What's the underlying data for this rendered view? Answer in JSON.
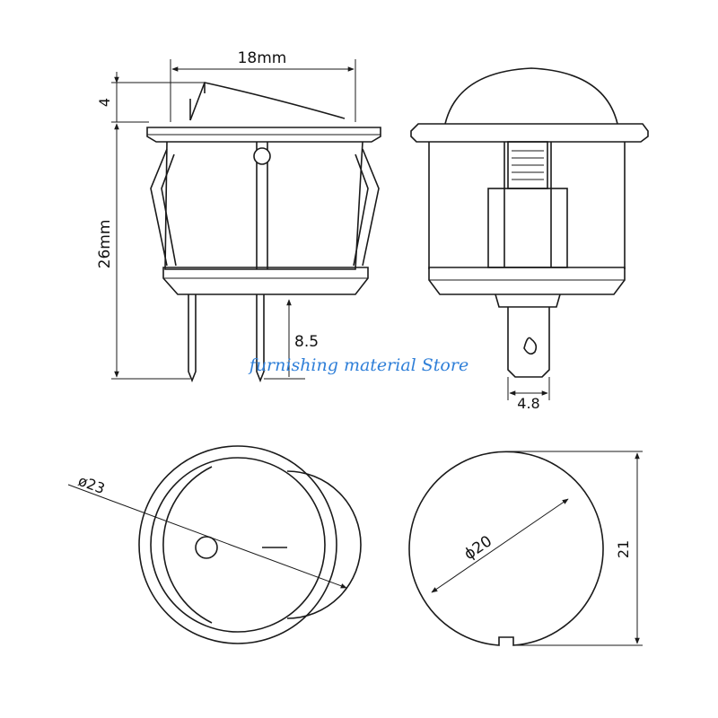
{
  "dimensions": {
    "width_label": "18mm",
    "cap_height_label": "4",
    "height_label": "26mm",
    "pin_length_label": "8.5",
    "pin_width_label": "4.8",
    "outer_diameter_label": "ø23",
    "cap_diameter_label": "ɸ20",
    "cap_depth_label": "21"
  },
  "watermark": "furnishing material Store",
  "colors": {
    "line": "#1a1a1a",
    "watermark": "#2f7fd8"
  }
}
